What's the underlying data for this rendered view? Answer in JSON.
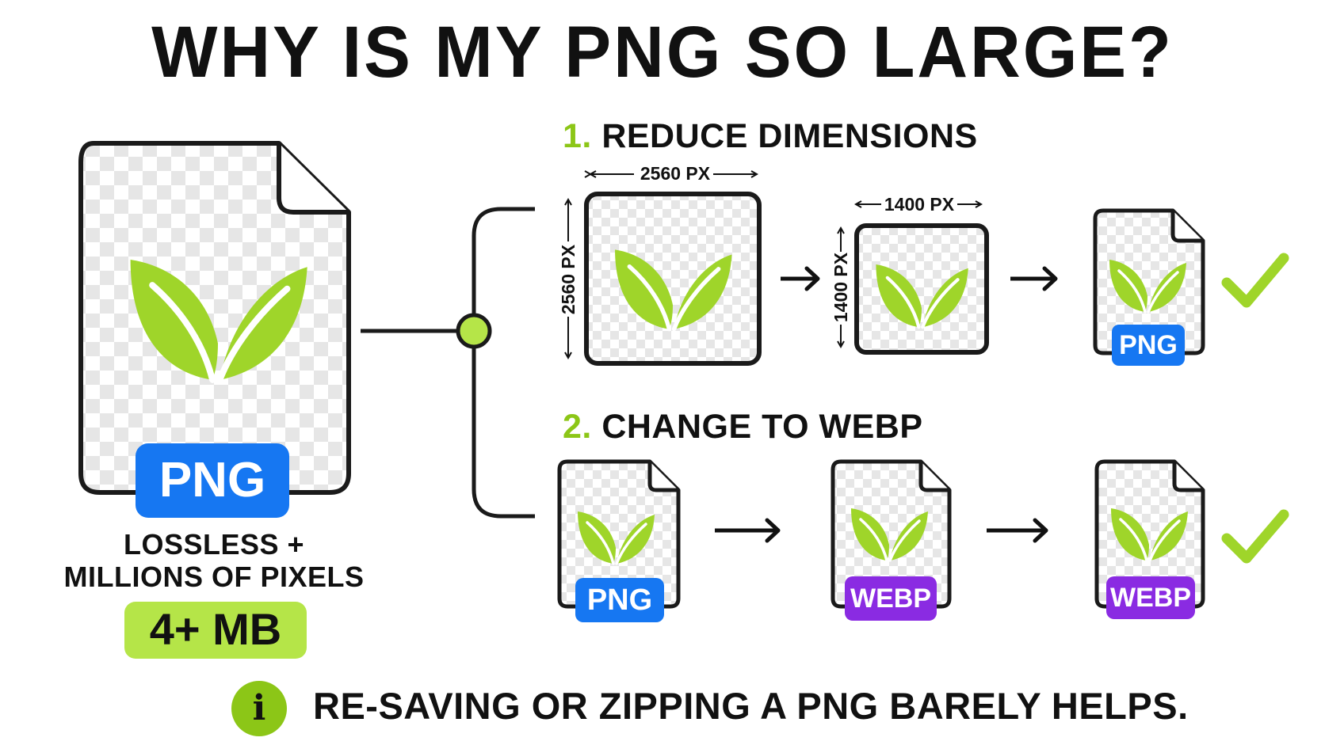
{
  "title": "WHY IS MY PNG SO LARGE?",
  "source_file": {
    "badge": "PNG",
    "caption_line1": "LOSSLESS +",
    "caption_line2": "MILLIONS OF PIXELS",
    "size": "4+ MB"
  },
  "step1": {
    "number": "1.",
    "title": "REDUCE DIMENSIONS",
    "original_width": "2560 PX",
    "original_height": "2560 PX",
    "resized_width": "1400 PX",
    "resized_height": "1400 PX",
    "result_badge": "PNG"
  },
  "step2": {
    "number": "2.",
    "title": "CHANGE TO WEBP",
    "input_badge": "PNG",
    "middle_badge": "WEBP",
    "result_badge": "WEBP"
  },
  "note": {
    "icon": "i",
    "text": "RE-SAVING OR ZIPPING A PNG BARELY HELPS."
  },
  "colors": {
    "green": "#8cc617",
    "leaf": "#9fd52a",
    "png_blue": "#1677f2",
    "webp_purple": "#8a2be2",
    "mb_badge": "#b5e548"
  },
  "icons": [
    "file-icon",
    "leaf-icon",
    "arrow-right-icon",
    "checkmark-icon",
    "info-icon"
  ]
}
